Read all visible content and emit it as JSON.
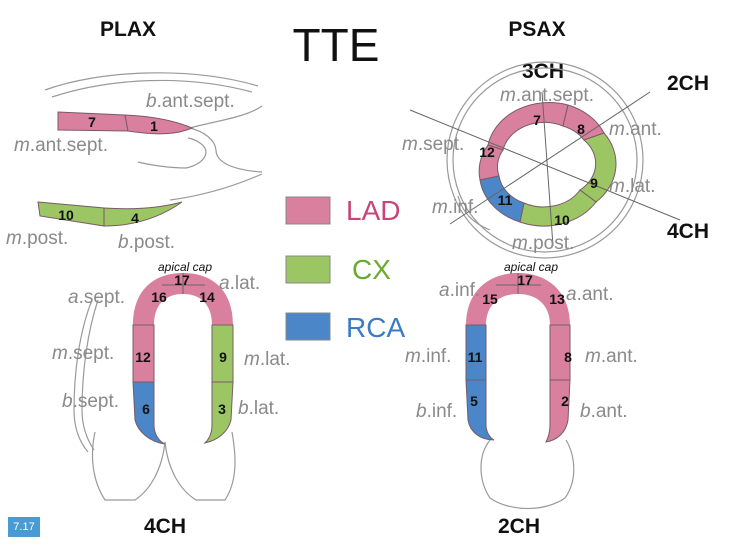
{
  "title": "TTE",
  "headers": {
    "plax": "PLAX",
    "psax": "PSAX",
    "ch4": "4CH",
    "ch2": "2CH"
  },
  "psax_axes": {
    "ch3": "3CH",
    "ch2": "2CH",
    "ch4": "4CH"
  },
  "apical_cap": "apical cap",
  "colors": {
    "lad": "#d8809e",
    "cx": "#9cc664",
    "rca": "#4a86c8"
  },
  "legend": [
    {
      "name": "LAD",
      "color": "#d8809e",
      "text_color": "#c8457a"
    },
    {
      "name": "CX",
      "color": "#9cc664",
      "text_color": "#6aaa2e"
    },
    {
      "name": "RCA",
      "color": "#4a86c8",
      "text_color": "#3a7bc8"
    }
  ],
  "plax": {
    "labels": [
      {
        "prefix": "b",
        "text": ".ant.sept."
      },
      {
        "prefix": "m",
        "text": ".ant.sept."
      },
      {
        "prefix": "m",
        "text": ".post."
      },
      {
        "prefix": "b",
        "text": ".post."
      }
    ],
    "segments": [
      "7",
      "1",
      "10",
      "4"
    ]
  },
  "psax": {
    "labels": [
      {
        "prefix": "m",
        "text": ".ant.sept."
      },
      {
        "prefix": "m",
        "text": ".ant."
      },
      {
        "prefix": "m",
        "text": ".sept."
      },
      {
        "prefix": "m",
        "text": ".lat."
      },
      {
        "prefix": "m",
        "text": ".inf."
      },
      {
        "prefix": "m",
        "text": ".post."
      }
    ],
    "segments": [
      "7",
      "8",
      "12",
      "9",
      "11",
      "10"
    ]
  },
  "ch4": {
    "labels": [
      {
        "prefix": "a",
        "text": ".sept."
      },
      {
        "prefix": "a",
        "text": ".lat."
      },
      {
        "prefix": "m",
        "text": ".sept."
      },
      {
        "prefix": "m",
        "text": ".lat."
      },
      {
        "prefix": "b",
        "text": ".sept."
      },
      {
        "prefix": "b",
        "text": ".lat."
      }
    ],
    "segments": [
      "17",
      "16",
      "14",
      "12",
      "9",
      "6",
      "3"
    ]
  },
  "ch2": {
    "labels": [
      {
        "prefix": "a",
        "text": ".inf."
      },
      {
        "prefix": "a",
        "text": ".ant."
      },
      {
        "prefix": "m",
        "text": ".inf."
      },
      {
        "prefix": "m",
        "text": ".ant."
      },
      {
        "prefix": "b",
        "text": ".inf."
      },
      {
        "prefix": "b",
        "text": ".ant."
      }
    ],
    "segments": [
      "17",
      "15",
      "13",
      "11",
      "8",
      "5",
      "2"
    ]
  },
  "figure_badge": "7.17"
}
